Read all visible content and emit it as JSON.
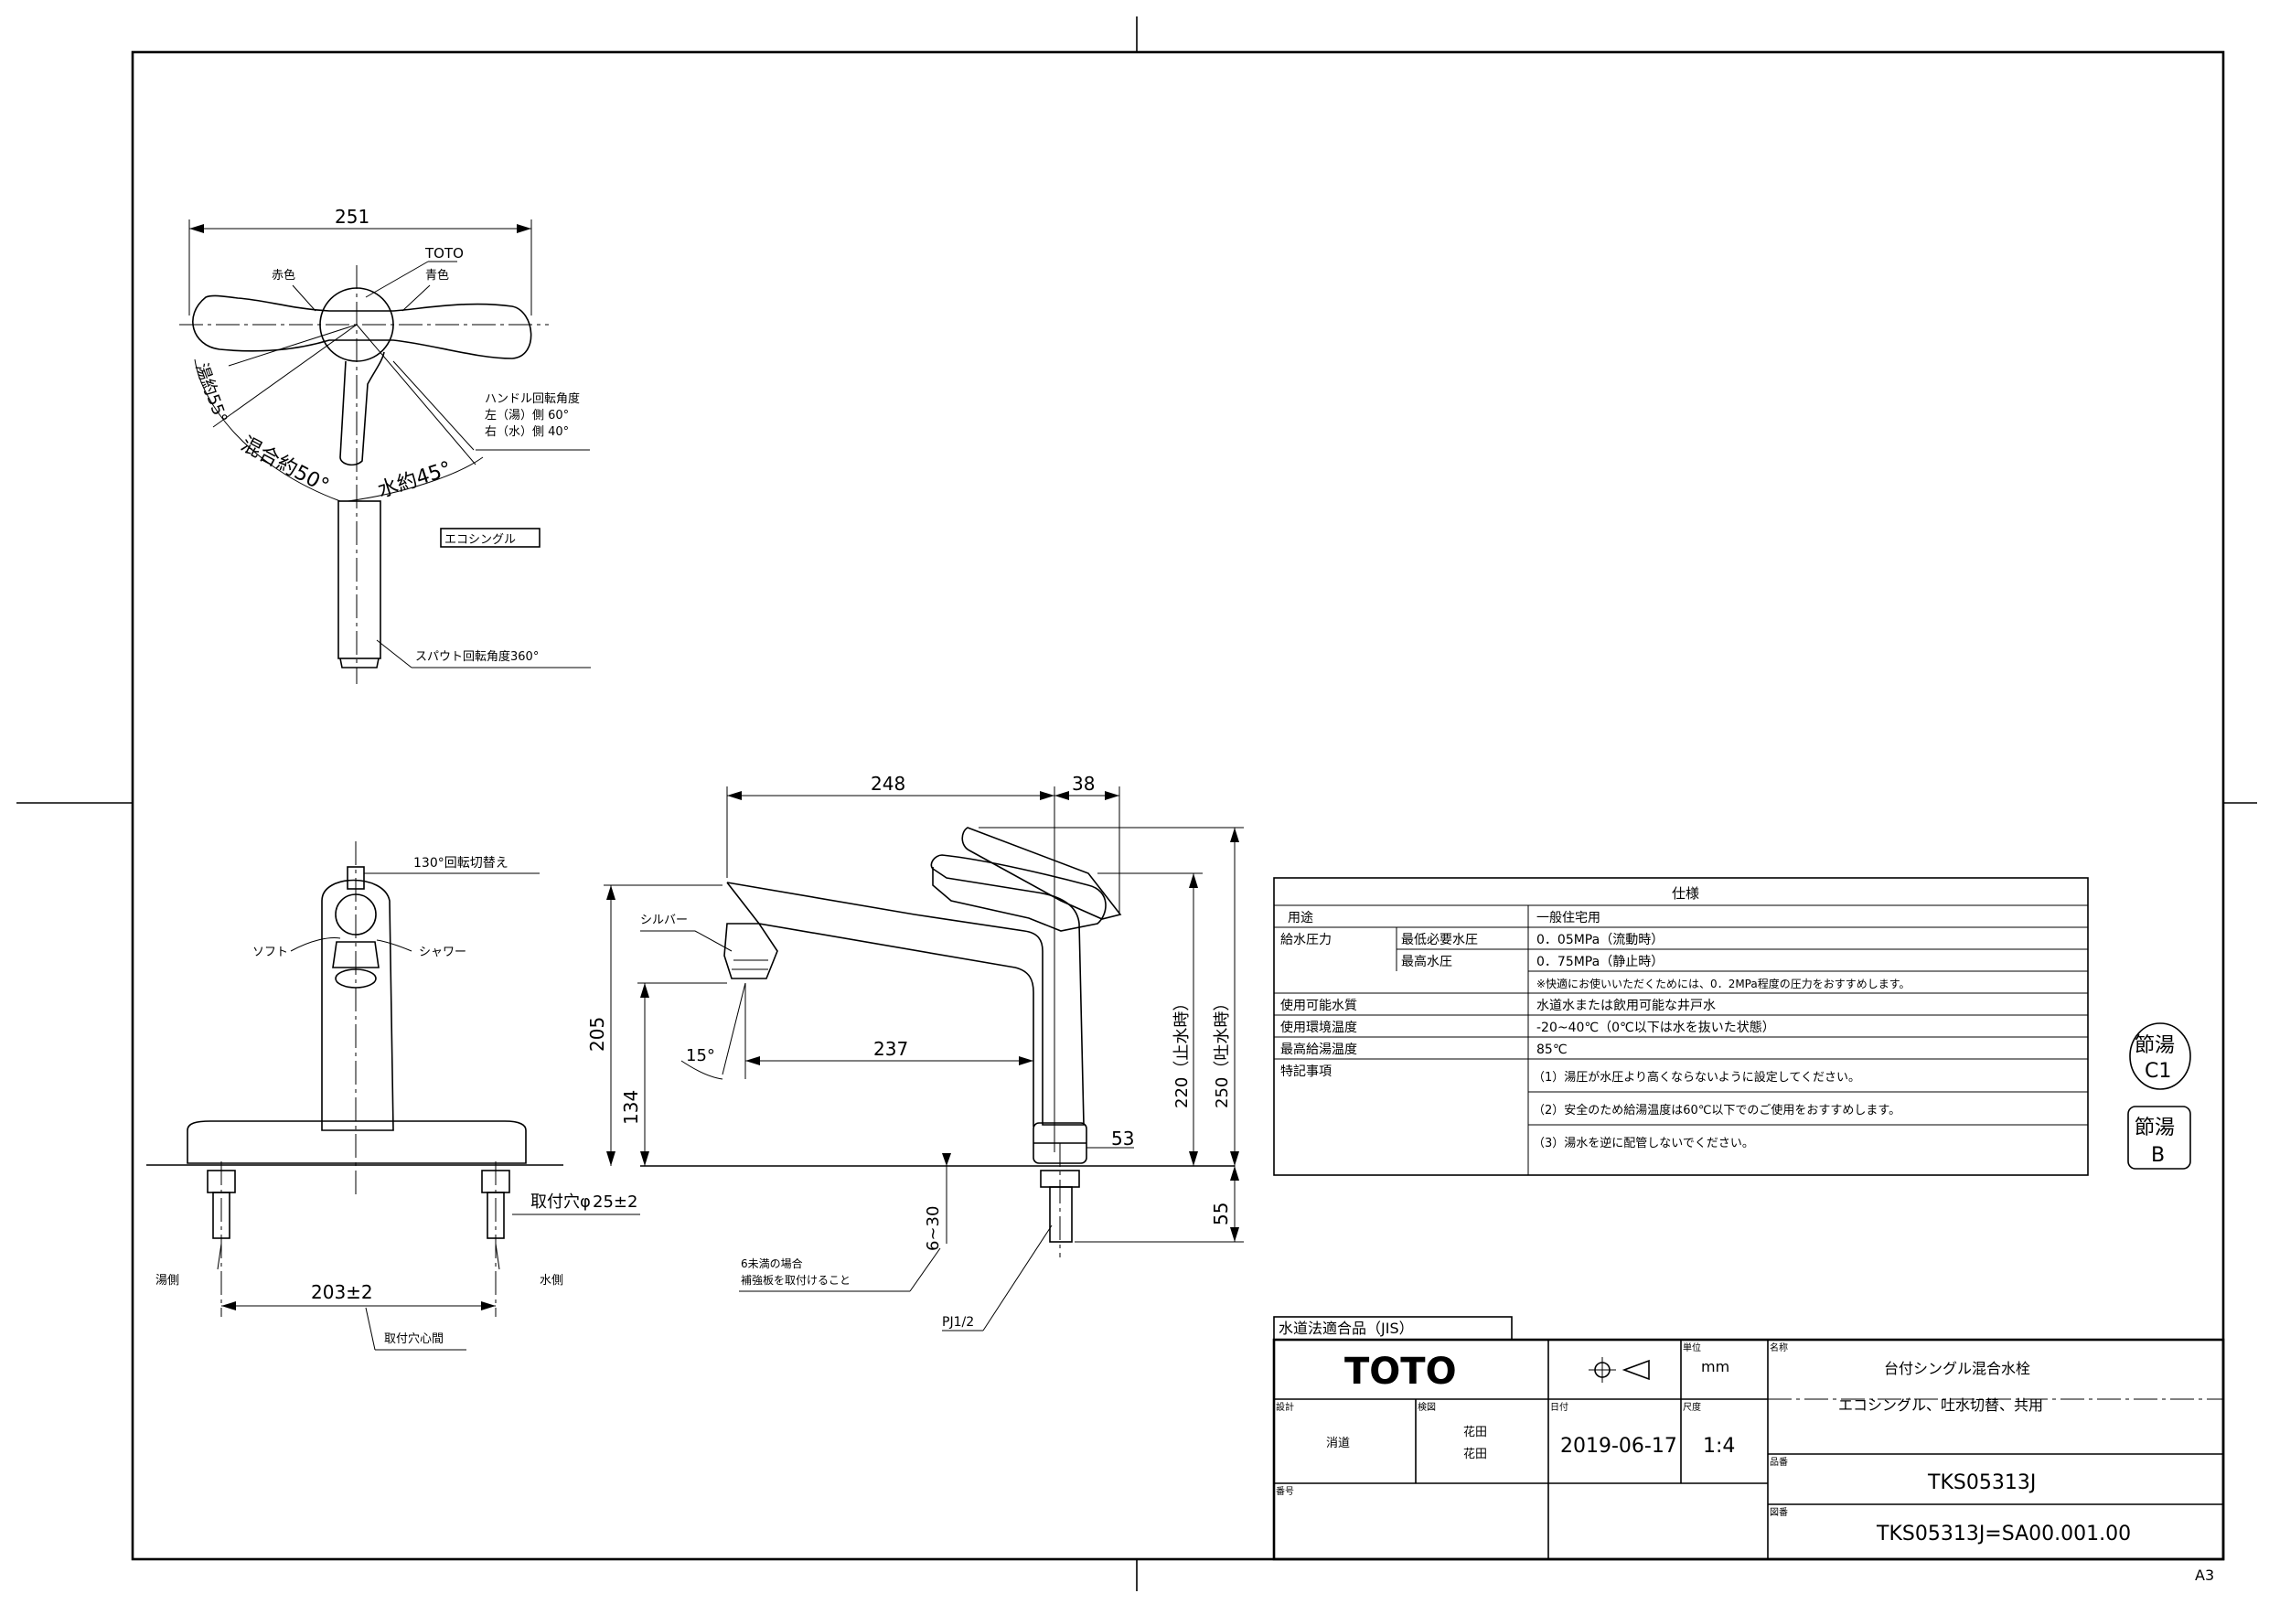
{
  "sheet_size": "A3",
  "top_view": {
    "width": "251",
    "brand_mark": "TOTO",
    "hot_color": "赤色",
    "cold_color": "青色",
    "handle_rotation_note": [
      "ハンドル回転角度",
      "左（湯）側 60°",
      "右（水）側 40°"
    ],
    "hot_angle": "湯約55°",
    "mix_angle": "混合約50°",
    "cold_angle": "水約45°",
    "model_label": "エコシングル",
    "spout_rotation": "スパウト回転角度360°"
  },
  "front_view": {
    "switch_note": "130°回転切替え",
    "soft": "ソフト",
    "shower": "シャワー",
    "mount_hole": "取付穴φ",
    "mount_hole_value": "25±2",
    "pitch": "203±2",
    "hot_side": "湯側",
    "cold_side": "水側",
    "hole_center": "取付穴心間"
  },
  "side_view": {
    "dim_248": "248",
    "dim_38": "38",
    "silver": "シルバー",
    "dim_205": "205",
    "dim_134": "134",
    "dim_237": "237",
    "angle_15": "15°",
    "dim_53": "53",
    "dim_220": "220（止水時）",
    "dim_250": "250（吐水時）",
    "dim_55": "55",
    "thickness": "6~30",
    "reinforcement_note": [
      "6未満の場合",
      "補強板を取付けること"
    ],
    "connection": "PJ1/2"
  },
  "spec_table": {
    "title": "仕様",
    "rows": [
      {
        "label": "用途",
        "sub": "",
        "value": "一般住宅用"
      },
      {
        "label": "給水圧力",
        "sub": "最低必要水圧",
        "value": "0．05MPa（流動時）"
      },
      {
        "label": "",
        "sub": "最高水圧",
        "value": "0．75MPa（静止時）"
      },
      {
        "label": "",
        "sub": "",
        "value": "※快適にお使いいただくためには、0．2MPa程度の圧力をおすすめします。"
      },
      {
        "label": "使用可能水質",
        "sub": "",
        "value": "水道水または飲用可能な井戸水"
      },
      {
        "label": "使用環境温度",
        "sub": "",
        "value": "-20~40℃（0℃以下は水を抜いた状態）"
      },
      {
        "label": "最高給湯温度",
        "sub": "",
        "value": "85℃"
      },
      {
        "label": "特記事項",
        "sub": "",
        "value": "（1）湯圧が水圧より高くならないように設定してください。"
      },
      {
        "label": "",
        "sub": "",
        "value": "（2）安全のため給湯温度は60℃以下でのご使用をおすすめします。"
      },
      {
        "label": "",
        "sub": "",
        "value": "（3）湯水を逆に配管しないでください。"
      }
    ]
  },
  "badges": [
    {
      "top": "節湯",
      "bottom": "C1"
    },
    {
      "top": "節湯",
      "bottom": "B"
    }
  ],
  "title_block": {
    "jis": "水道法適合品（JIS）",
    "logo": "TOTO",
    "unit_label": "単位",
    "unit": "mm",
    "name_label": "名称",
    "name": "台付シングル混合水栓",
    "name_sub": "エコシングル、吐水切替、共用",
    "designer_label": "設計",
    "checker_label": "検図",
    "date_label": "日付",
    "scale_label": "尺度",
    "designer": "消道",
    "checker": [
      "花田",
      "花田"
    ],
    "date": "2019-06-17",
    "scale": "1:4",
    "model_label": "品番",
    "model": "TKS05313J",
    "drawing_label": "図番",
    "number_label": "番号",
    "drawing_number": "TKS05313J=SA00.001.00"
  }
}
